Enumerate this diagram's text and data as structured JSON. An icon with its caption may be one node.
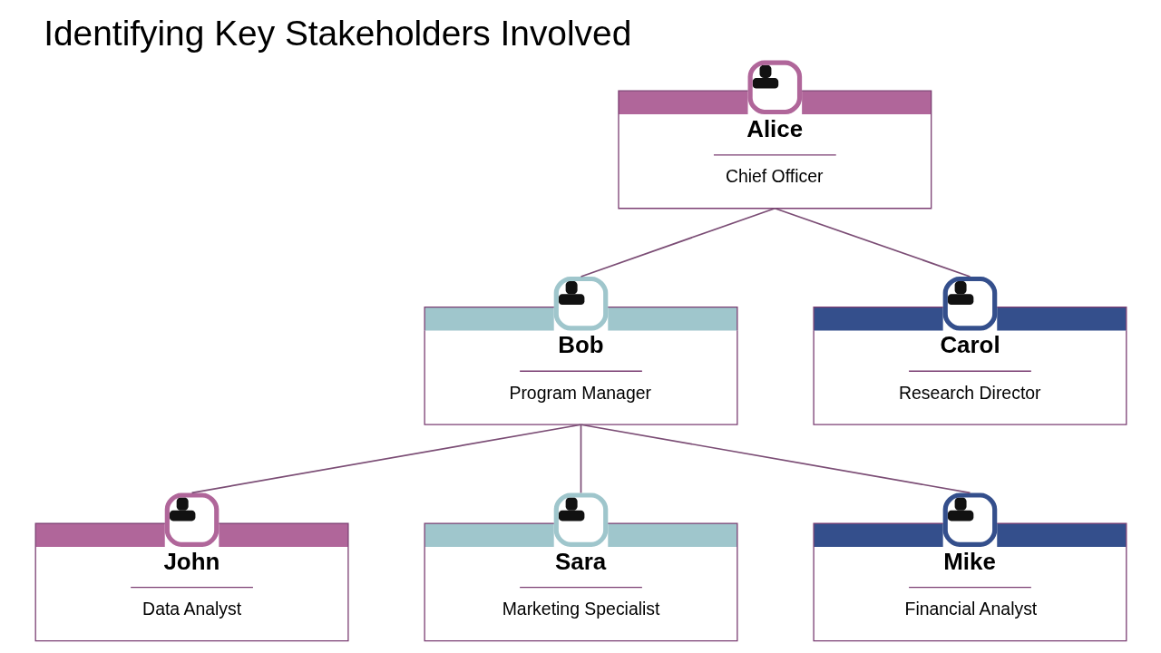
{
  "diagram": {
    "title": "Identifying Key Stakeholders Involved",
    "nodes": [
      {
        "text": [
          "Alice",
          "Chief Officer"
        ]
      },
      {
        "text": [
          "Bob",
          "Program Manager"
        ]
      },
      {
        "text": [
          "Carol",
          "Research Director"
        ]
      },
      {
        "text": [
          "John",
          "Data Analyst"
        ]
      },
      {
        "text": [
          "Sara",
          "Marketing Specialist"
        ]
      },
      {
        "text": [
          "Mike",
          "Financial Analyst"
        ]
      }
    ],
    "edges": [
      {
        "from": 0,
        "to": 1,
        "arrow": "none"
      },
      {
        "from": 0,
        "to": 2,
        "arrow": "none"
      },
      {
        "from": 1,
        "to": 3,
        "arrow": "none"
      },
      {
        "from": 1,
        "to": 4,
        "arrow": "none"
      },
      {
        "from": 1,
        "to": 5,
        "arrow": "none"
      }
    ]
  }
}
